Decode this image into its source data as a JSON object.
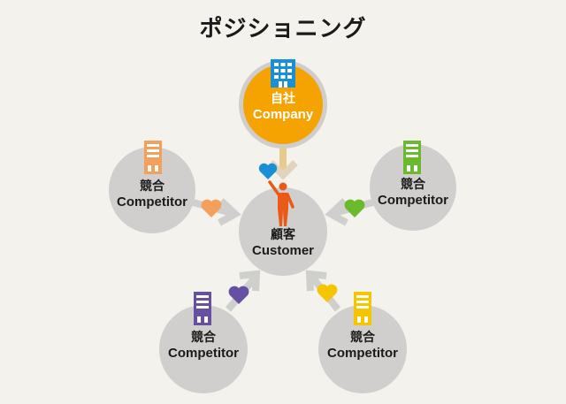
{
  "title": "ポジショニング",
  "colors": {
    "background": "#f3f2ed",
    "circle_gray": "#d0cfcd",
    "company_fill": "#f5a300",
    "company_icon": "#1a8fd6",
    "customer_figure": "#ea5a16",
    "customer_heart": "#1a8fd6",
    "arrow_gray": "#cfcfcd",
    "competitor_left": "#f4a05b",
    "competitor_right": "#6bb92c",
    "competitor_bottom_left": "#6650a3",
    "competitor_bottom_right": "#f7c400"
  },
  "company": {
    "jp": "自社",
    "en": "Company",
    "icon": "building-icon"
  },
  "customer": {
    "jp": "顧客",
    "en": "Customer",
    "icon": "person-icon"
  },
  "competitors": [
    {
      "jp": "競合",
      "en": "Competitor",
      "position": "left"
    },
    {
      "jp": "競合",
      "en": "Competitor",
      "position": "right"
    },
    {
      "jp": "競合",
      "en": "Competitor",
      "position": "bottom-left"
    },
    {
      "jp": "競合",
      "en": "Competitor",
      "position": "bottom-right"
    }
  ]
}
